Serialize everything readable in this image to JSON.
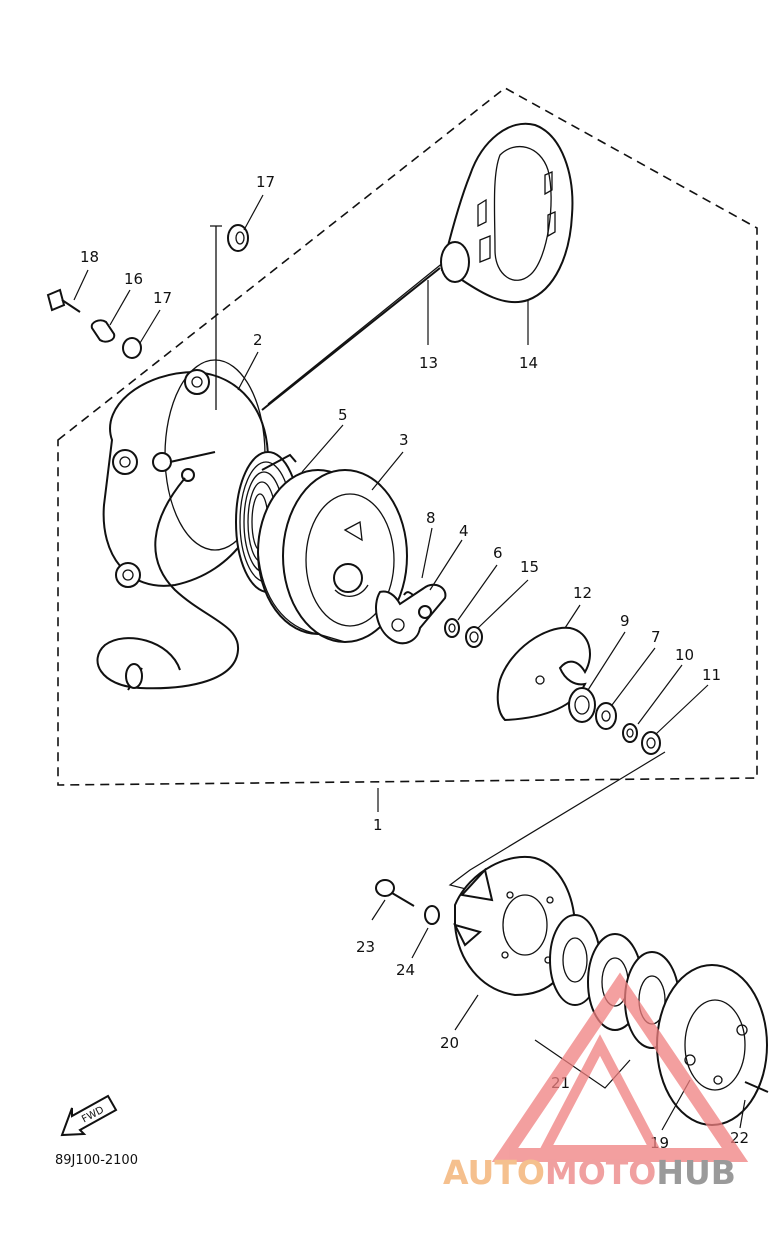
{
  "diagram_code": "89J100-2100",
  "fwd_label": "FWD",
  "watermark": {
    "part1": "AUTO",
    "part2": "MOTO",
    "part3": "HUB"
  },
  "callouts": {
    "c1": "1",
    "c2": "2",
    "c3": "3",
    "c4": "4",
    "c5": "5",
    "c6": "6",
    "c7": "7",
    "c8": "8",
    "c9": "9",
    "c10": "10",
    "c11": "11",
    "c12": "12",
    "c13": "13",
    "c14": "14",
    "c15": "15",
    "c16": "16",
    "c17a": "17",
    "c17b": "17",
    "c18": "18",
    "c19": "19",
    "c20": "20",
    "c21": "21",
    "c22": "22",
    "c23": "23",
    "c24": "24"
  }
}
